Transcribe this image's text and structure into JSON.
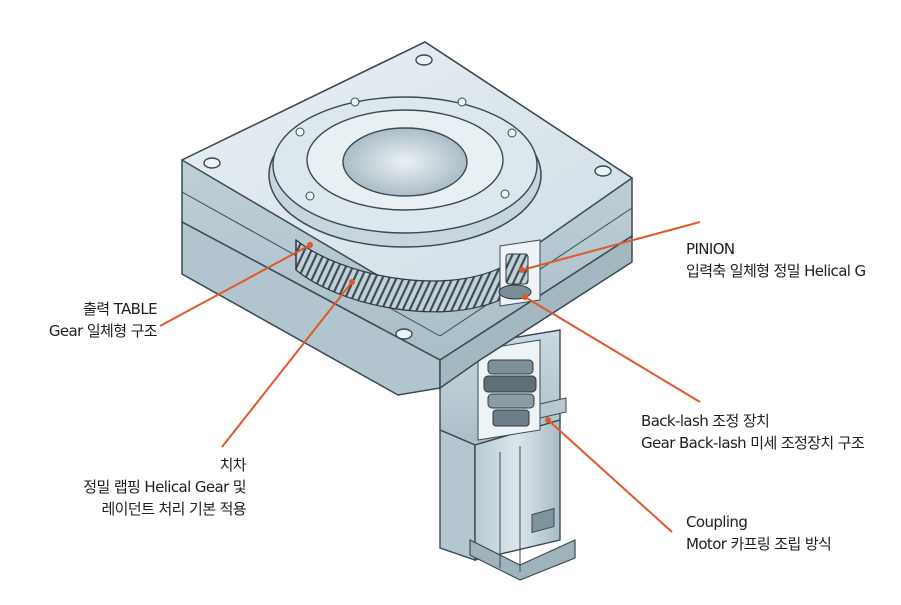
{
  "colors": {
    "body_light": "#dfe9ef",
    "body_mid": "#c5d4dc",
    "body_dark": "#9fb3bd",
    "outline": "#3a4a52",
    "callout": "#e0592a",
    "text": "#1e1e1e"
  },
  "callouts": [
    {
      "id": "output-table",
      "lines": [
        "출력 TABLE",
        "Gear 일체형 구조"
      ]
    },
    {
      "id": "gear-tooth",
      "lines": [
        "치차",
        "정밀 랩핑 Helical Gear 및",
        "레이던트 처리 기본 적용"
      ]
    },
    {
      "id": "pinion",
      "lines": [
        "PINION",
        "입력축 일체형 정밀 Helical G"
      ]
    },
    {
      "id": "backlash",
      "lines": [
        "Back-lash 조정 장치",
        "Gear Back-lash 미세 조정장치 구조"
      ]
    },
    {
      "id": "coupling",
      "lines": [
        "Coupling",
        "Motor 카프링 조립 방식"
      ]
    }
  ]
}
